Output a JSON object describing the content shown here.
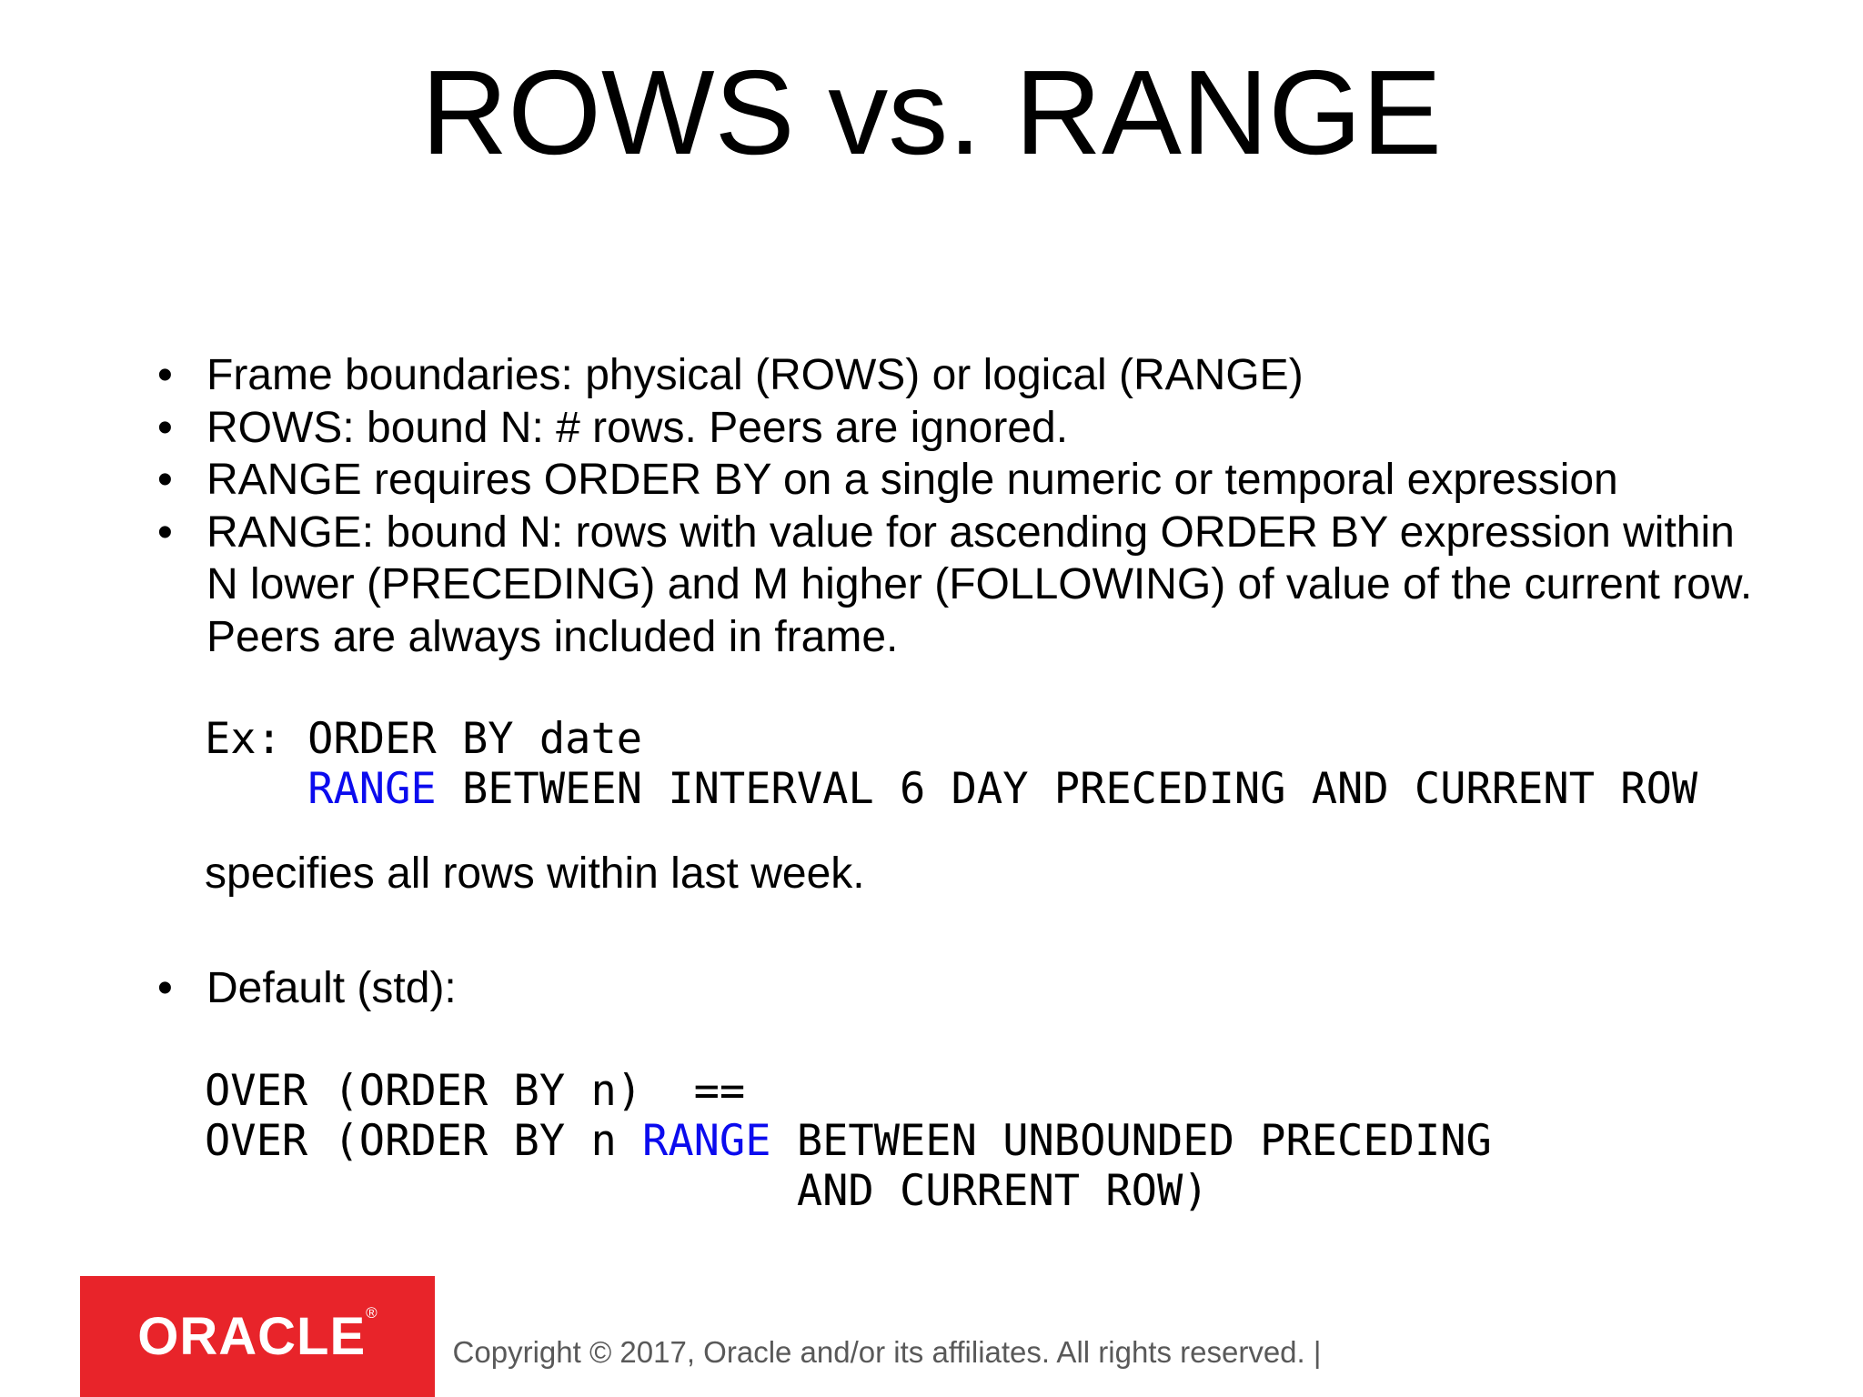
{
  "slide": {
    "title": "ROWS vs. RANGE",
    "bullet_char": "•",
    "bullets": [
      "Frame boundaries: physical (ROWS) or logical (RANGE)",
      "ROWS: bound N: # rows. Peers are ignored.",
      "RANGE requires ORDER BY on a single numeric or temporal expression",
      "RANGE: bound N: rows with value for ascending ORDER BY expression within\nN lower (PRECEDING) and M higher (FOLLOWING) of value of the current row.\nPeers are always included in frame."
    ],
    "example_block": {
      "before_keyword": "Ex: ORDER BY date\n    ",
      "keyword": "RANGE",
      "after_keyword": " BETWEEN INTERVAL 6 DAY PRECEDING AND CURRENT ROW"
    },
    "example_note": "specifies all rows within last week.",
    "default_bullet": "Default (std):",
    "default_block": {
      "before_keyword": "OVER (ORDER BY n)  ==\nOVER (ORDER BY n ",
      "keyword": "RANGE",
      "after_keyword": " BETWEEN UNBOUNDED PRECEDING\n                       AND CURRENT ROW)"
    }
  },
  "footer": {
    "logo_text": "ORACLE",
    "logo_registered": "®",
    "copyright": "Copyright © 2017, Oracle and/or its affiliates. All rights reserved.  |"
  },
  "colors": {
    "keyword_blue": "#0b0bee",
    "oracle_red": "#e8242a",
    "copyright_gray": "#595959",
    "text_black": "#000000",
    "background": "#ffffff"
  }
}
